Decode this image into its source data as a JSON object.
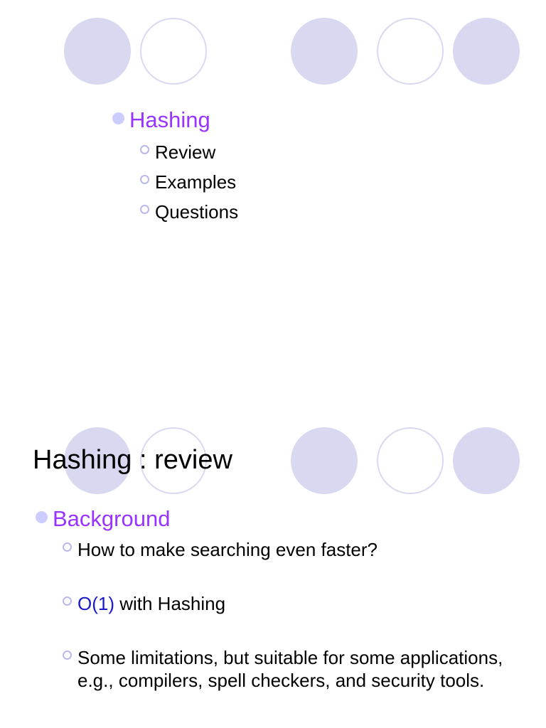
{
  "slide1": {
    "bullet": "Hashing",
    "subitems": [
      "Review",
      "Examples",
      "Questions"
    ]
  },
  "slide2": {
    "title": "Hashing : review",
    "bullet": "Background",
    "subitems": {
      "q1": "How to make searching even faster?",
      "o1_highlight": "O(1)",
      "o1_rest": " with Hashing",
      "limitations": "Some limitations, but suitable for some applications, e.g., compilers, spell checkers, and security tools."
    }
  },
  "colors": {
    "bullet_purple": "#9933ff",
    "circle_fill": "#d8d8f0",
    "highlight_blue": "#1a1acc"
  }
}
